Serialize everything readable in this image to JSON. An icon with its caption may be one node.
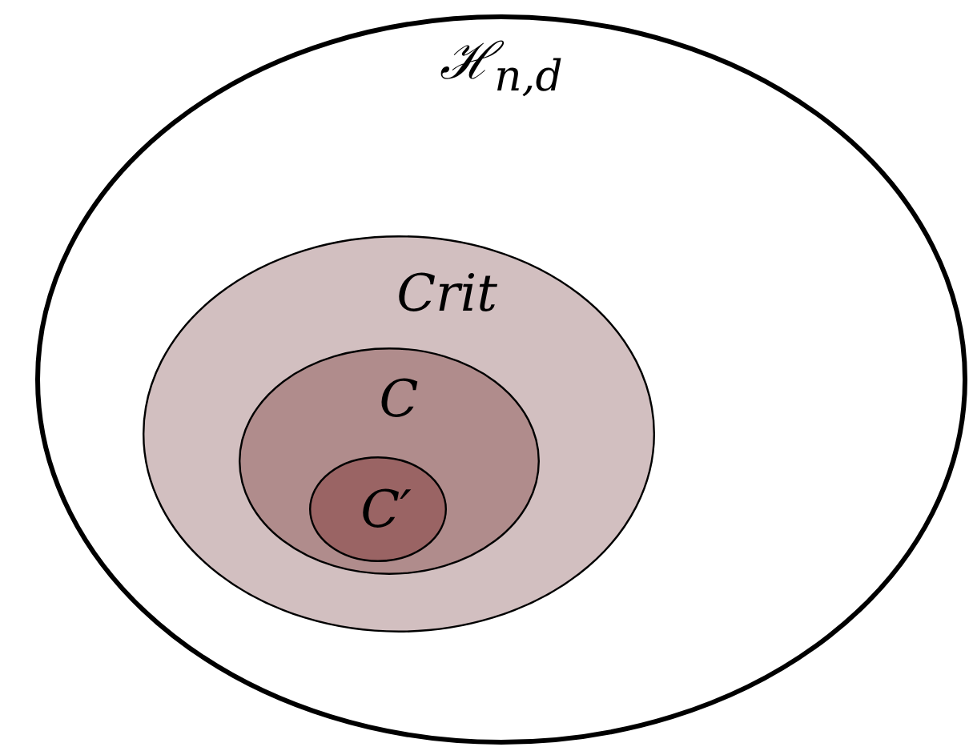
{
  "diagram": {
    "nodes": [
      {
        "text": [
          "*ℋ*$_{n,d}$"
        ]
      },
      {
        "text": [
          "Crit"
        ],
        "in": 0
      },
      {
        "text": [
          "C"
        ],
        "in": 1
      },
      {
        "text": [
          "C′"
        ],
        "in": 2
      }
    ]
  }
}
